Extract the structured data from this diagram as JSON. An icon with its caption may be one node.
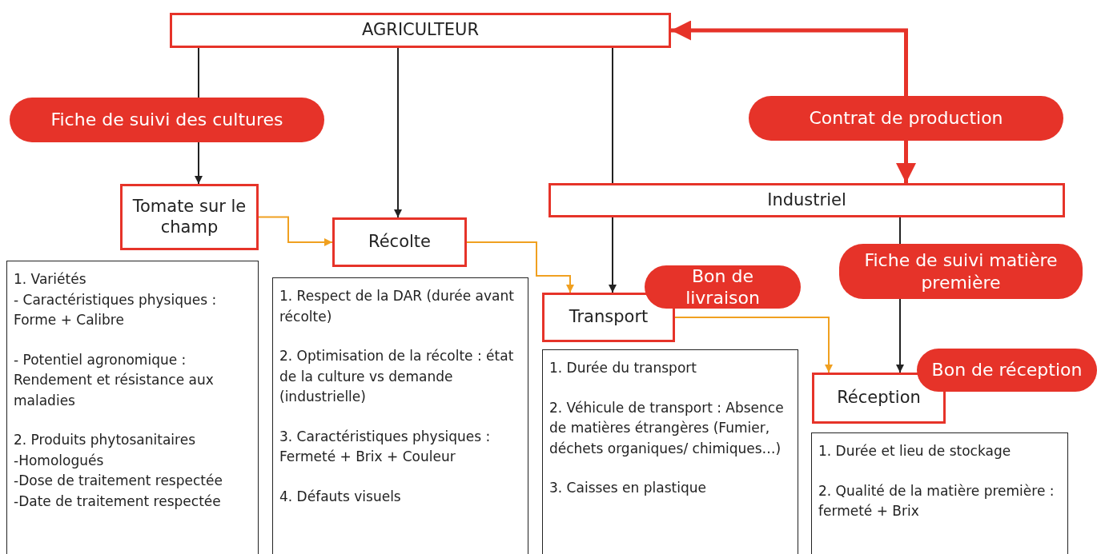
{
  "diagram": {
    "nodes": [
      {
        "text": [
          "AGRICULTEUR"
        ]
      },
      {
        "text": [
          "Fiche de suivi des cultures"
        ]
      },
      {
        "text": [
          "Contrat de production"
        ]
      },
      {
        "text": [
          "Tomate sur le champ"
        ]
      },
      {
        "text": [
          "Récolte"
        ]
      },
      {
        "text": [
          "Industriel"
        ]
      },
      {
        "text": [
          "Fiche de suivi matière première"
        ]
      },
      {
        "text": [
          "Transport"
        ]
      },
      {
        "text": [
          "Bon de livraison"
        ]
      },
      {
        "text": [
          "Réception"
        ]
      },
      {
        "text": [
          "Bon de réception"
        ]
      },
      {
        "text": [
          "1. Variétés",
          "- Caractéristiques physiques : Forme + Calibre",
          "- Potentiel agronomique : Rendement et résistance aux maladies",
          "2. Produits phytosanitaires",
          "-Homologués",
          "-Dose de traitement respectée",
          "-Date de traitement respectée"
        ]
      },
      {
        "text": [
          "1. Respect de la DAR (durée avant récolte)",
          "2. Optimisation de la récolte : état de la culture vs demande (industrielle)",
          "3. Caractéristiques physiques : Fermeté + Brix + Couleur",
          "4. Défauts visuels"
        ]
      },
      {
        "text": [
          "1. Durée du transport",
          "2. Véhicule de transport : Absence de matières étrangères (Fumier, déchets organiques/ chimiques…)",
          "3. Caisses en plastique"
        ]
      },
      {
        "text": [
          "1. Durée et lieu de stockage",
          "2. Qualité de la matière première : fermeté + Brix"
        ]
      }
    ],
    "edges": [
      {
        "from": 0,
        "to": 1,
        "arrow": "none"
      },
      {
        "from": 1,
        "to": 3,
        "arrow": "to"
      },
      {
        "from": 0,
        "to": 4,
        "arrow": "to"
      },
      {
        "from": 0,
        "to": 5,
        "arrow": "none"
      },
      {
        "from": 5,
        "to": 7,
        "arrow": "to"
      },
      {
        "from": 2,
        "to": 0,
        "arrow": "to",
        "style": "thick",
        "color": "#e63329"
      },
      {
        "from": 2,
        "to": 5,
        "arrow": "to",
        "style": "thick",
        "color": "#e63329"
      },
      {
        "from": 3,
        "to": 4,
        "arrow": "to",
        "color": "#f0a020"
      },
      {
        "from": 4,
        "to": 7,
        "arrow": "to",
        "color": "#f0a020"
      },
      {
        "from": 7,
        "to": 9,
        "arrow": "to",
        "color": "#f0a020"
      },
      {
        "from": 5,
        "to": 6,
        "arrow": "none"
      },
      {
        "from": 6,
        "to": 9,
        "arrow": "to"
      }
    ]
  }
}
